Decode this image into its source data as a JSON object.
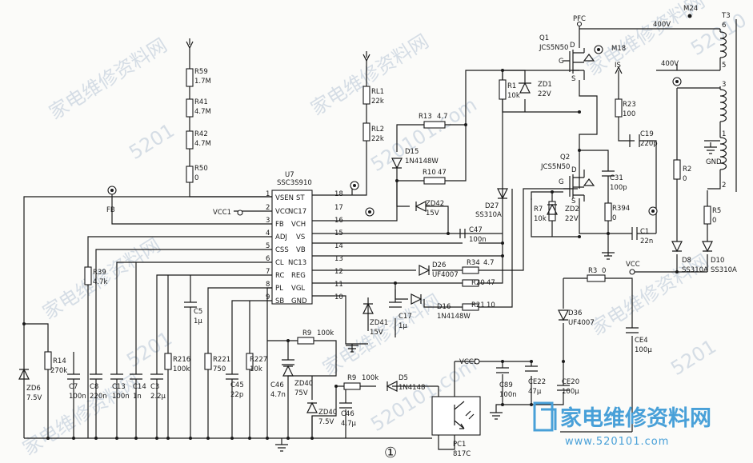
{
  "figure_number": "①",
  "ic": {
    "ref": "U7",
    "part": "SSC3S910",
    "pins": [
      {
        "n": "1",
        "name": "VSEN"
      },
      {
        "n": "2",
        "name": "VCC"
      },
      {
        "n": "3",
        "name": "FB"
      },
      {
        "n": "4",
        "name": "ADJ"
      },
      {
        "n": "5",
        "name": "CSS"
      },
      {
        "n": "6",
        "name": "CL"
      },
      {
        "n": "7",
        "name": "RC"
      },
      {
        "n": "8",
        "name": "PL"
      },
      {
        "n": "9",
        "name": "SB"
      },
      {
        "n": "18",
        "name": "ST"
      },
      {
        "n": "17",
        "name": "NC17"
      },
      {
        "n": "16",
        "name": "VCH"
      },
      {
        "n": "15",
        "name": "VS"
      },
      {
        "n": "14",
        "name": "VB"
      },
      {
        "n": "13",
        "name": "NC13"
      },
      {
        "n": "12",
        "name": "REG"
      },
      {
        "n": "11",
        "name": "VGL"
      },
      {
        "n": "10",
        "name": "GND"
      }
    ]
  },
  "nets": {
    "fb": "FB",
    "vcc1_a": "VCC1",
    "vcc1_b": "VCC1",
    "vcc": "VCC",
    "pfc": "PFC",
    "m24": "M24",
    "m18": "M18",
    "is": "IS",
    "gnd": "GND",
    "v400a": "400V",
    "v400b": "400V"
  },
  "transformer": {
    "ref": "T3",
    "pins": [
      "6",
      "5",
      "3",
      "1",
      "2"
    ]
  },
  "mosfets": [
    {
      "ref": "Q1",
      "part": "JCS5N50",
      "g": "G",
      "d": "D",
      "s": "S"
    },
    {
      "ref": "Q2",
      "part": "JCS5N50",
      "g": "G",
      "d": "D",
      "s": "S"
    }
  ],
  "optocoupler": {
    "ref": "PC1",
    "part": "817C"
  },
  "resistors": [
    {
      "ref": "R59",
      "val": "1.7M"
    },
    {
      "ref": "R41",
      "val": "4.7M"
    },
    {
      "ref": "R42",
      "val": "4.7M"
    },
    {
      "ref": "R50",
      "val": "0"
    },
    {
      "ref": "RL1",
      "val": "22k"
    },
    {
      "ref": "RL2",
      "val": "22k"
    },
    {
      "ref": "R1",
      "val": "10k"
    },
    {
      "ref": "R13",
      "val": "4.7"
    },
    {
      "ref": "R10",
      "val": "47"
    },
    {
      "ref": "R23",
      "val": "100"
    },
    {
      "ref": "R7",
      "val": "10k"
    },
    {
      "ref": "R394",
      "val": "0"
    },
    {
      "ref": "R2",
      "val": "0"
    },
    {
      "ref": "R5",
      "val": "0"
    },
    {
      "ref": "R39",
      "val": "4.7k"
    },
    {
      "ref": "R14",
      "val": "270k"
    },
    {
      "ref": "R216",
      "val": "100k"
    },
    {
      "ref": "R221",
      "val": "750"
    },
    {
      "ref": "R227",
      "val": "10k"
    },
    {
      "ref": "R9",
      "val": "100k"
    },
    {
      "ref": "R9",
      "val": "100k"
    },
    {
      "ref": "R34",
      "val": "4.7"
    },
    {
      "ref": "R20",
      "val": "47"
    },
    {
      "ref": "R21",
      "val": "10"
    },
    {
      "ref": "R3",
      "val": "0"
    }
  ],
  "capacitors": [
    {
      "ref": "C19",
      "val": "220p"
    },
    {
      "ref": "C31",
      "val": "100p"
    },
    {
      "ref": "C1",
      "val": "22n"
    },
    {
      "ref": "C47",
      "val": "100n"
    },
    {
      "ref": "C5",
      "val": "1μ"
    },
    {
      "ref": "C7",
      "val": "100n"
    },
    {
      "ref": "C8",
      "val": "220n"
    },
    {
      "ref": "C13",
      "val": "100n"
    },
    {
      "ref": "C14",
      "val": "1n"
    },
    {
      "ref": "C3",
      "val": "2.2μ"
    },
    {
      "ref": "C45",
      "val": "22p"
    },
    {
      "ref": "C46",
      "val": "4.7n"
    },
    {
      "ref": "C46",
      "val": "4.7μ"
    },
    {
      "ref": "C17",
      "val": "1μ"
    },
    {
      "ref": "CE4",
      "val": "100μ"
    },
    {
      "ref": "C89",
      "val": "100n"
    },
    {
      "ref": "CE22",
      "val": "47μ"
    },
    {
      "ref": "CE20",
      "val": "100μ"
    }
  ],
  "diodes": [
    {
      "ref": "ZD1",
      "val": "22V"
    },
    {
      "ref": "D15",
      "val": "1N4148W"
    },
    {
      "ref": "ZD42",
      "val": "15V"
    },
    {
      "ref": "D27",
      "val": "SS310A"
    },
    {
      "ref": "ZD2",
      "val": "22V"
    },
    {
      "ref": "D8",
      "val": "SS310A"
    },
    {
      "ref": "D10",
      "val": "SS310A"
    },
    {
      "ref": "D26",
      "val": "UF4007"
    },
    {
      "ref": "D16",
      "val": "1N4148W"
    },
    {
      "ref": "ZD41",
      "val": "15V"
    },
    {
      "ref": "D36",
      "val": "UF4007"
    },
    {
      "ref": "ZD6",
      "val": "7.5V"
    },
    {
      "ref": "ZD40",
      "val": "75V"
    },
    {
      "ref": "ZD40",
      "val": "7.5V"
    },
    {
      "ref": "D5",
      "val": "1N4148"
    }
  ],
  "watermarks": [
    "家电维修资料网",
    "5201",
    "家电维修资料网",
    "520101.com",
    "家电维修资料网",
    "52010",
    "家电维修资料网",
    "5201",
    "家电维修资料网",
    "520101.com",
    "家电维修资料网",
    "5201",
    "家电维修资料网"
  ],
  "logo": {
    "title": "家电维修资料网",
    "url": "www.520101.com"
  }
}
